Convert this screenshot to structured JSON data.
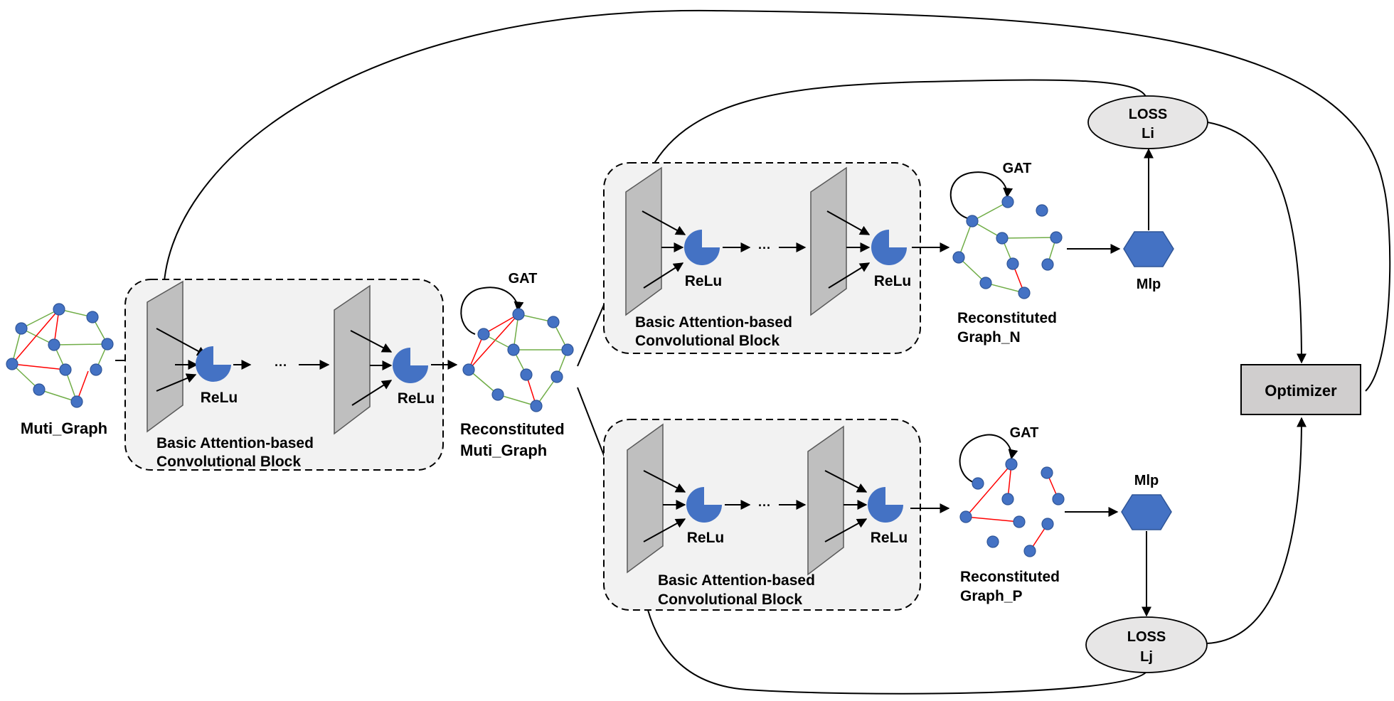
{
  "labels": {
    "muti_graph": "Muti_Graph",
    "relu": "ReLu",
    "ellipsis": "···",
    "block_line1": "Basic Attention-based",
    "block_line2": "Convolutional Block",
    "gat": "GAT",
    "recon_muti_line1": "Reconstituted",
    "recon_muti_line2": "Muti_Graph",
    "recon_n_line1": "Reconstituted",
    "recon_n_line2": "Graph_N",
    "recon_p_line1": "Reconstituted",
    "recon_p_line2": "Graph_P",
    "mlp": "Mlp",
    "loss": "LOSS",
    "li": "Li",
    "lj": "Lj",
    "optimizer": "Optimizer"
  },
  "colors": {
    "node": "#4472c4",
    "node_stroke": "#2f5597",
    "edge_green": "#70ad47",
    "edge_red": "#ff0000",
    "block_fill": "#f2f2f2",
    "layer_fill": "#bfbfbf",
    "loss_fill": "#e7e6e6",
    "optimizer_fill": "#d0cece"
  },
  "icons": {
    "relu": "pacman-circle-icon",
    "mlp": "hexagon-icon",
    "layer": "parallelogram-layer-icon"
  }
}
